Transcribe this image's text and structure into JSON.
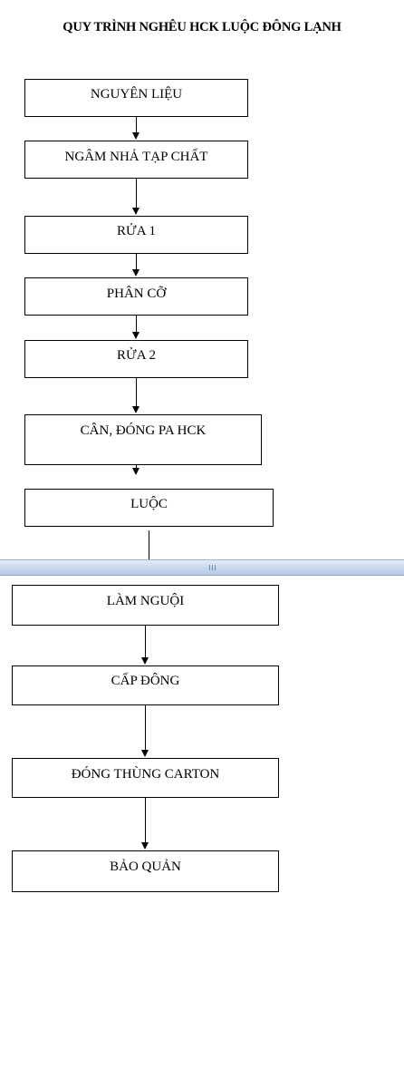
{
  "title": "QUY TRÌNH NGHÊU HCK LUỘC ĐÔNG LẠNH",
  "steps": [
    "NGUYÊN LIỆU",
    "NGÂM NHẢ TẠP CHẤT",
    "RỬA 1",
    "PHÂN CỠ",
    "RỬA 2",
    "CÂN, ĐÓNG PA HCK",
    "LUỘC",
    "LÀM NGUỘI",
    "CẤP ĐÔNG",
    "ĐÓNG THÙNG CARTON",
    "BẢO QUẢN"
  ]
}
